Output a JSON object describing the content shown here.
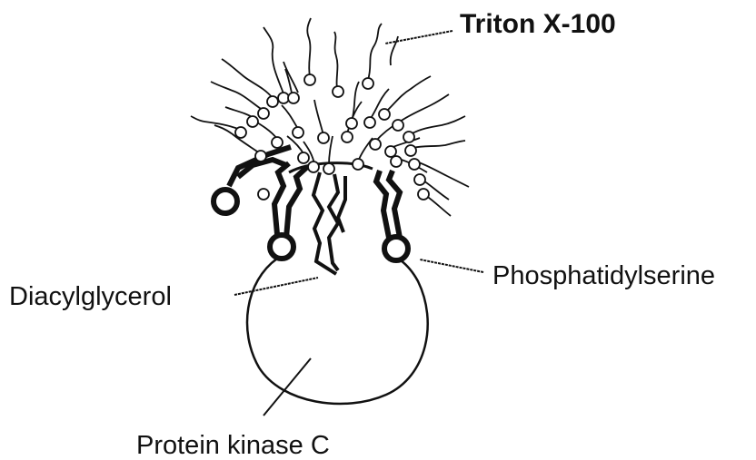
{
  "labels": {
    "triton": "Triton X-100",
    "diacylglycerol": "Diacylglycerol",
    "phosphatidylserine": "Phosphatidylserine",
    "pkc": "Protein kinase C"
  },
  "colors": {
    "ink": "#111111",
    "background": "#ffffff"
  }
}
